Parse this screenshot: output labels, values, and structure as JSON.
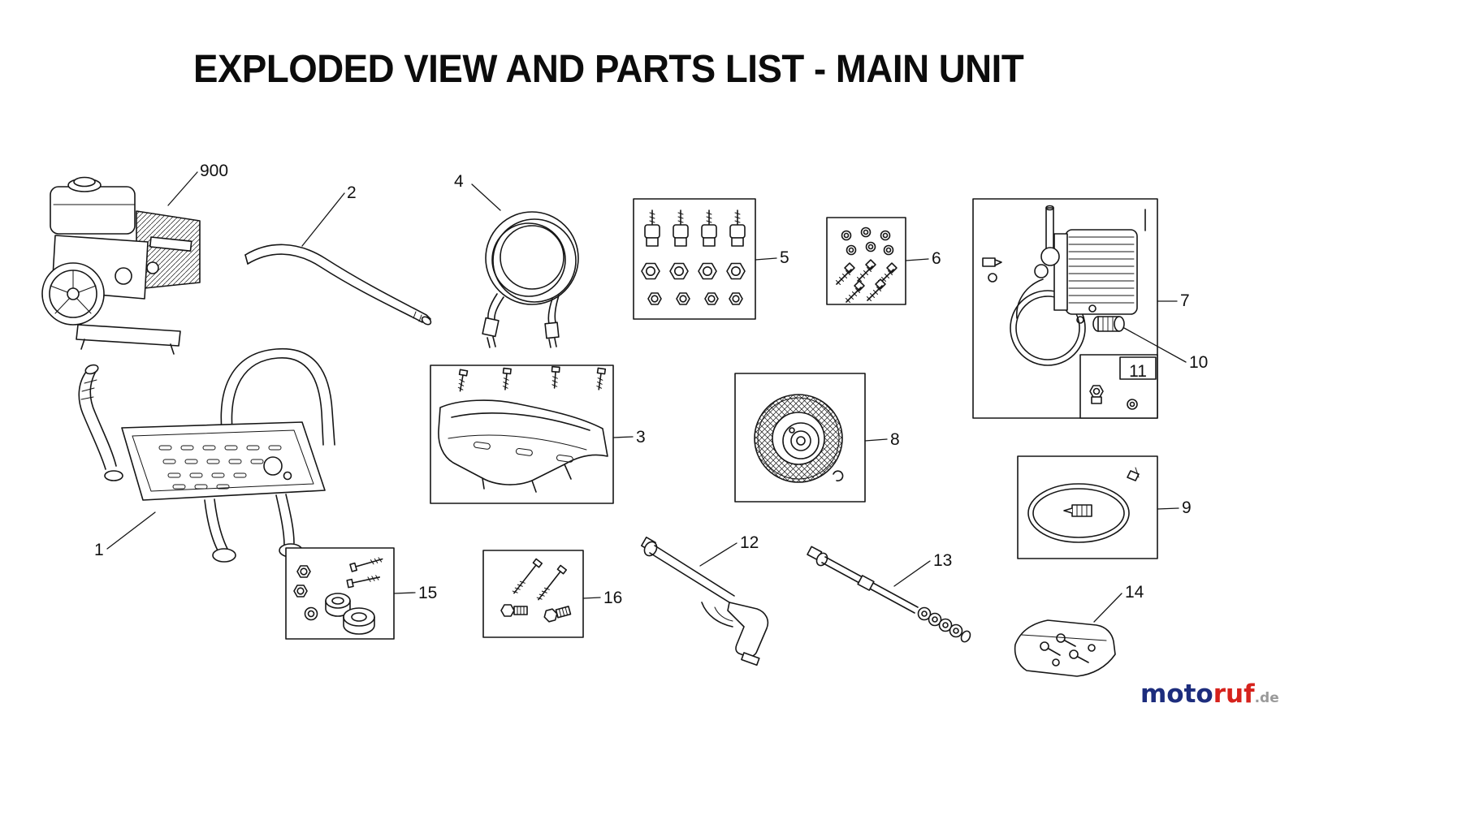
{
  "title": "EXPLODED VIEW AND PARTS LIST - MAIN UNIT",
  "callouts": {
    "frame": "1",
    "handle": "2",
    "base_plate": "3",
    "hose": "4",
    "mount_kit": "5",
    "screw_kit": "6",
    "pump": "7",
    "wheel": "8",
    "oring_kit": "9",
    "pump_outlet": "10",
    "pump_inset": "11",
    "spray_gun": "12",
    "wand": "13",
    "fastener_bag": "14",
    "axle_kit": "15",
    "bolt_kit": "16",
    "engine": "900"
  },
  "watermark": {
    "brand_primary": "moto",
    "brand_secondary": "ruf",
    "tld": ".de",
    "color_primary": "#1d2d7d",
    "color_secondary": "#d6221c",
    "color_tld": "#9a9a9a"
  },
  "canvas": {
    "background": "#ffffff",
    "line_color": "#161616"
  }
}
